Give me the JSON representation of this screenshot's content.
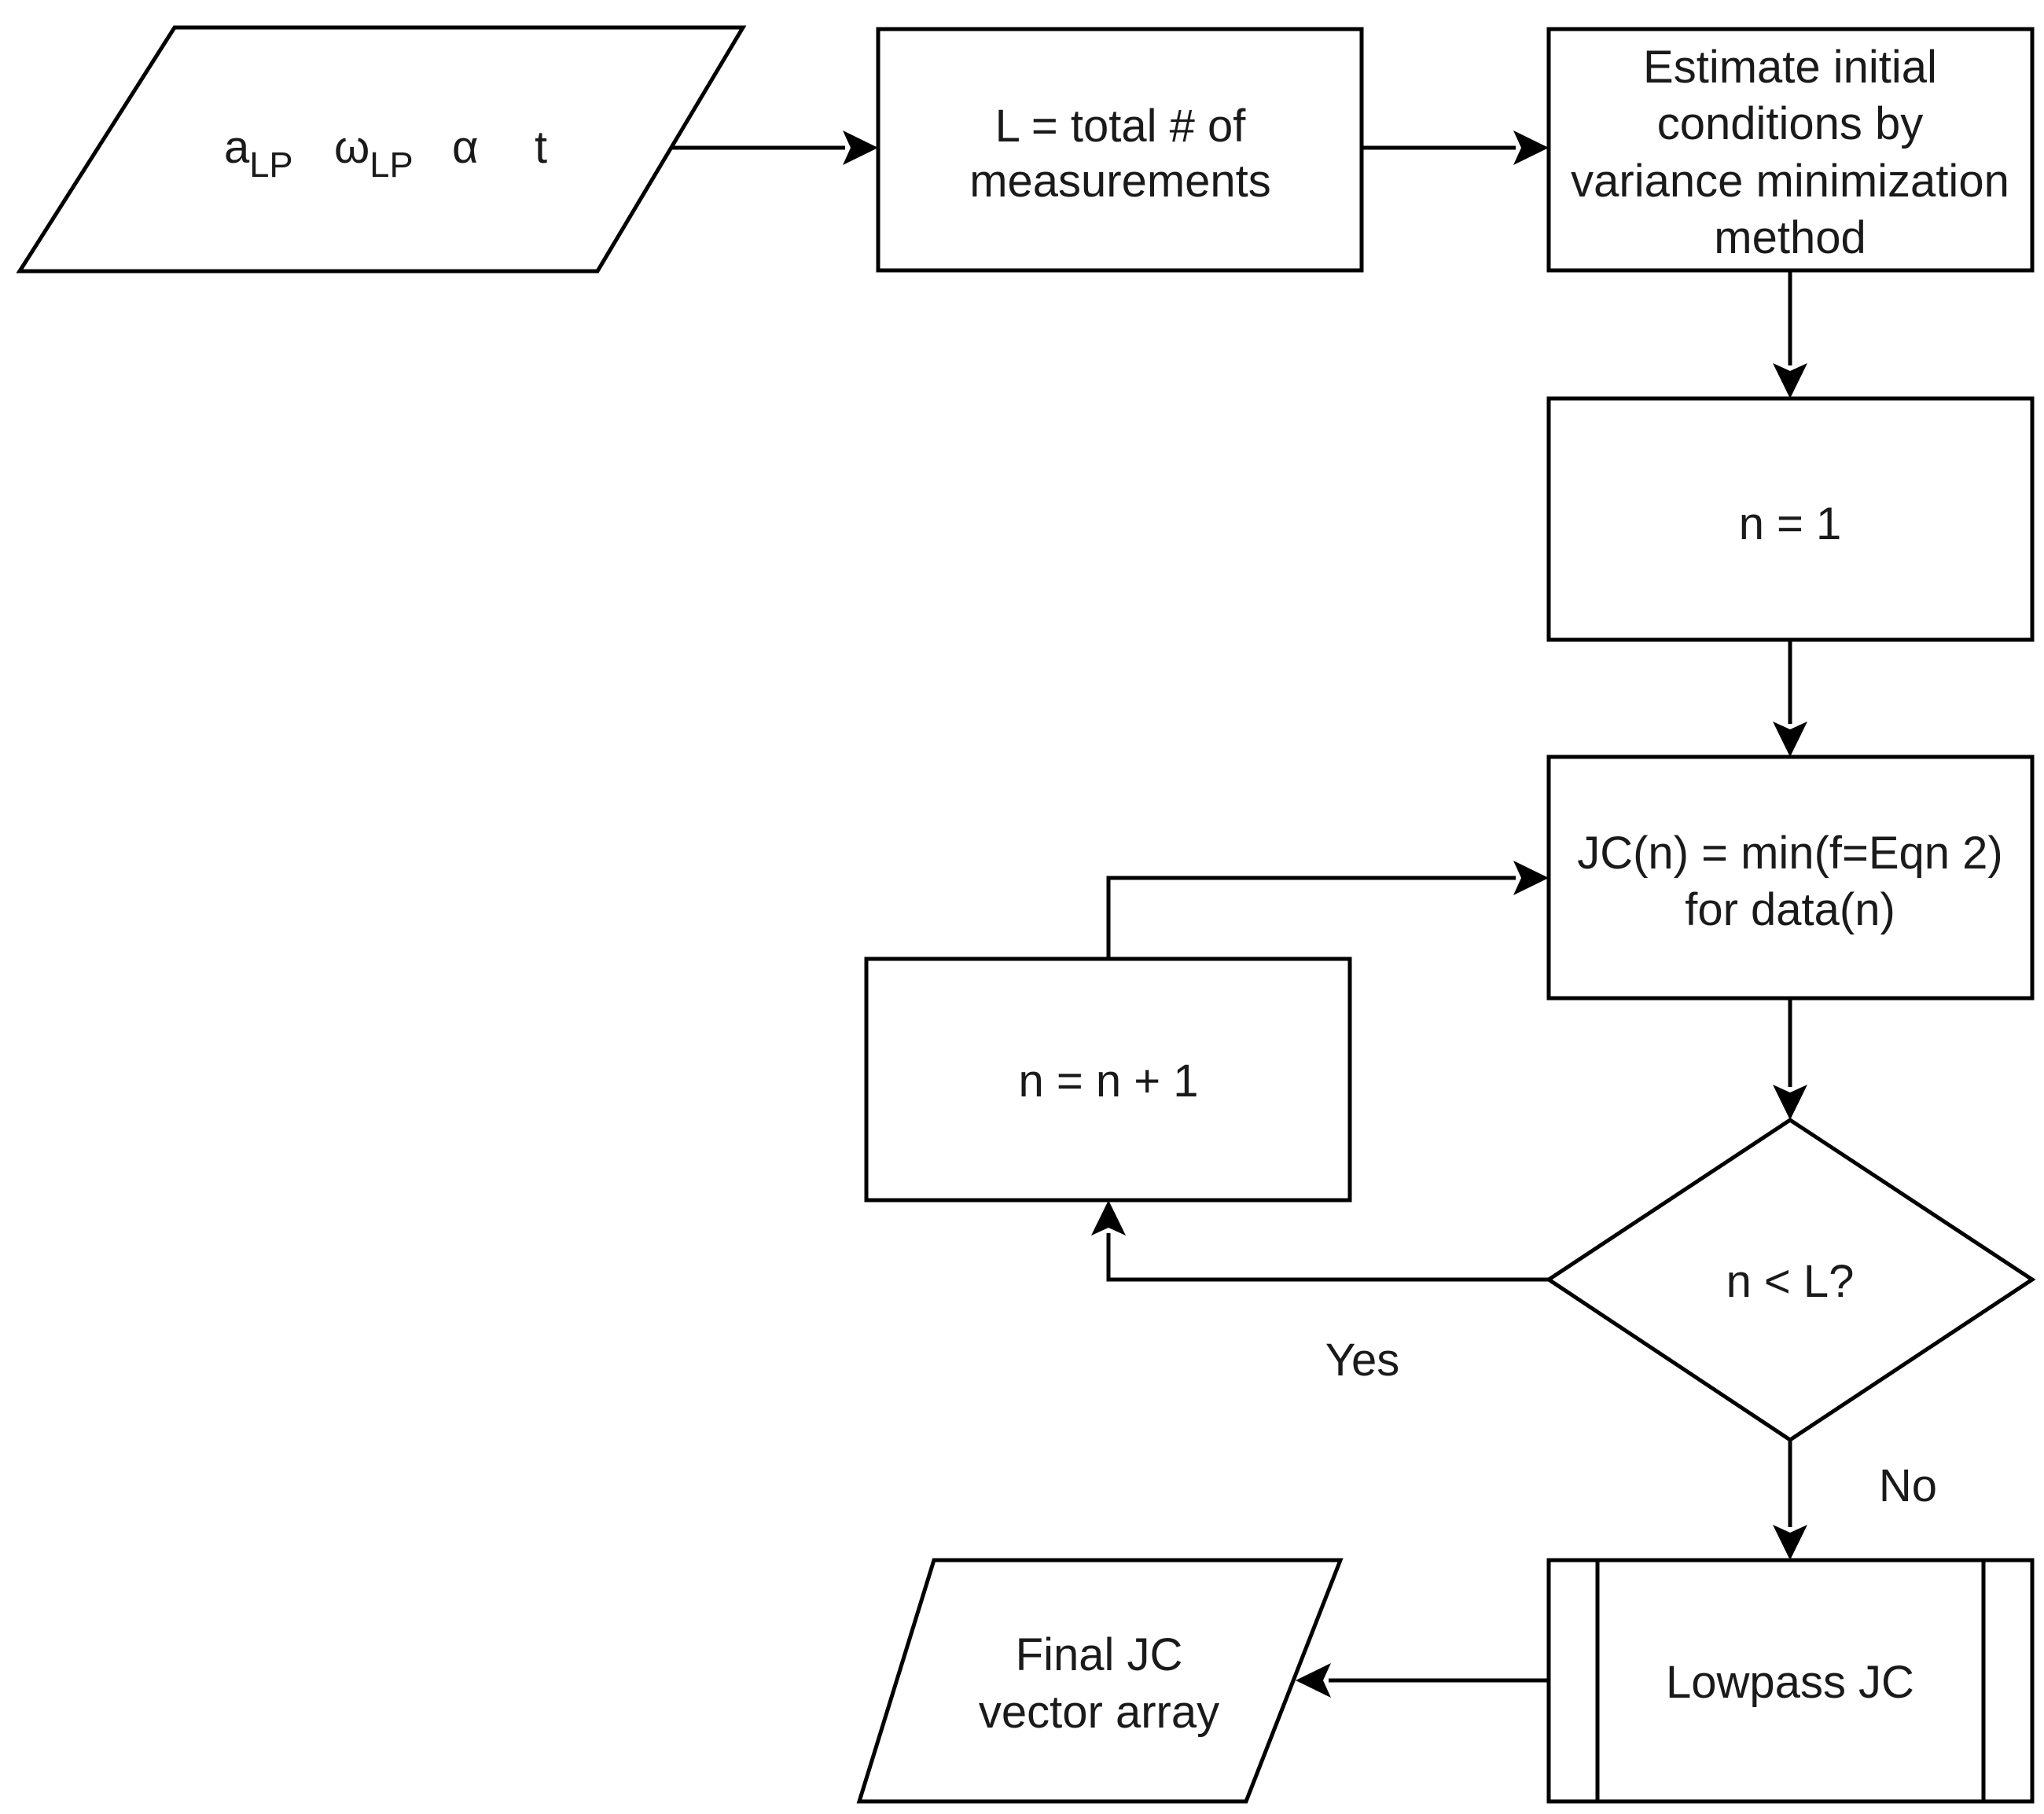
{
  "nodes": {
    "inputs": {
      "label_a": "a",
      "sub_a": "LP",
      "label_w": "ω",
      "sub_w": "LP",
      "label_alpha": "α",
      "label_t": "t"
    },
    "count": {
      "line1": "L = total # of",
      "line2": "measurements"
    },
    "estimate": {
      "line1": "Estimate initial",
      "line2": "conditions by",
      "line3": "variance minimization",
      "line4": "method"
    },
    "init": {
      "text": "n = 1"
    },
    "compute": {
      "line1": "JC(n) = min(f=Eqn 2)",
      "line2": "for data(n)"
    },
    "increment": {
      "text": "n = n + 1"
    },
    "decision": {
      "text": "n < L?"
    },
    "lowpass": {
      "text": "Lowpass JC"
    },
    "output": {
      "line1": "Final JC",
      "line2": "vector array"
    }
  },
  "edges": {
    "yes_label": "Yes",
    "no_label": "No"
  }
}
